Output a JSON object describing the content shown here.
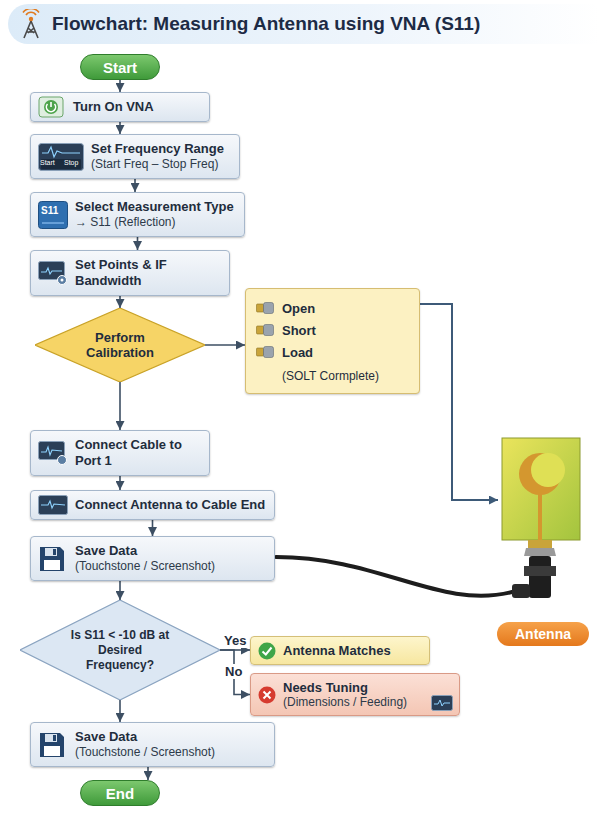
{
  "diagram": {
    "title": "Flowchart: Measuring Antenna using VNA (S11)",
    "nodes": [
      {
        "text": [
          "Start"
        ]
      },
      {
        "text": [
          "Turn On VNA"
        ]
      },
      {
        "text": [
          "Set Frequency Range",
          "(Start Freq – Stop Freq)"
        ]
      },
      {
        "text": [
          "Select Measurement Type",
          "→ S11 (Reflection)"
        ]
      },
      {
        "text": [
          "Set Points & IF Bandwidth"
        ]
      },
      {
        "text": [
          "Perform Calibration"
        ]
      },
      {
        "text": [
          "Open",
          "Short",
          "Load",
          "(SOLT Cormplete)"
        ]
      },
      {
        "text": [
          "Connect Cable to Port 1"
        ]
      },
      {
        "text": [
          "Connect Antenna to Cable End"
        ]
      },
      {
        "text": [
          "Save Data",
          "(Touchstone / Screenshot)"
        ]
      },
      {
        "text": [
          "Is S11 < -10 dB at Desired Frequency?"
        ]
      },
      {
        "text": [
          "Antenna Matches"
        ]
      },
      {
        "text": [
          "Needs Tuning",
          "(Dimensions / Feeding)"
        ]
      },
      {
        "text": [
          "Save Data",
          "(Touchstone / Screenshot)"
        ]
      },
      {
        "text": [
          "End"
        ]
      },
      {
        "text": [
          "Antenna"
        ]
      }
    ],
    "edges": [
      {
        "from": 0,
        "to": 1,
        "arrow": "to"
      },
      {
        "from": 1,
        "to": 2,
        "arrow": "to"
      },
      {
        "from": 2,
        "to": 3,
        "arrow": "to"
      },
      {
        "from": 3,
        "to": 4,
        "arrow": "to"
      },
      {
        "from": 4,
        "to": 5,
        "arrow": "to"
      },
      {
        "from": 5,
        "to": 6,
        "arrow": "to"
      },
      {
        "from": 5,
        "to": 7,
        "arrow": "to"
      },
      {
        "from": 7,
        "to": 8,
        "arrow": "to"
      },
      {
        "from": 8,
        "to": 9,
        "arrow": "to"
      },
      {
        "from": 9,
        "to": 10,
        "arrow": "to"
      },
      {
        "from": 10,
        "to": 11,
        "label": "Yes",
        "arrow": "to"
      },
      {
        "from": 10,
        "to": 12,
        "label": "No",
        "arrow": "to"
      },
      {
        "from": 10,
        "to": 13,
        "arrow": "to"
      },
      {
        "from": 13,
        "to": 14,
        "arrow": "to"
      }
    ],
    "labels": [
      "Start",
      "Stop",
      "S11"
    ]
  }
}
